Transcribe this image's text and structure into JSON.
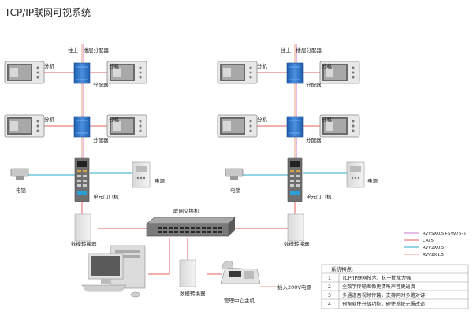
{
  "title": "TCP/IP联网可视系统",
  "labels": {
    "upstairs_distributor": "往上一楼层分配器",
    "extension": "分机",
    "distributor": "分配器",
    "unit_door": "单元门口机",
    "lock": "电锁",
    "power": "电源",
    "converter": "数模转换器",
    "switch": "联网交换机",
    "center": "管理中心主机",
    "power220": "插入200V电源"
  },
  "legend": [
    {
      "label": "RVVSXO.5+SYV75-5",
      "color": "#cc77cc"
    },
    {
      "label": "CAT5",
      "color": "#e06060"
    },
    {
      "label": "RVV2XO.5",
      "color": "#2aa8c8"
    },
    {
      "label": "RVV2X1.5",
      "color": "#e8a080"
    }
  ],
  "features": {
    "heading": "系统特点:",
    "items": [
      {
        "num": "1",
        "text": "TCP/IP联网技术、抗干扰能力强"
      },
      {
        "num": "2",
        "text": "全数字传输图像更清晰声音更逼真"
      },
      {
        "num": "3",
        "text": "多通道音视频传输，支持同时多路对讲"
      },
      {
        "num": "4",
        "text": "预留软件升级功能，硬件系统无需改造"
      }
    ]
  }
}
